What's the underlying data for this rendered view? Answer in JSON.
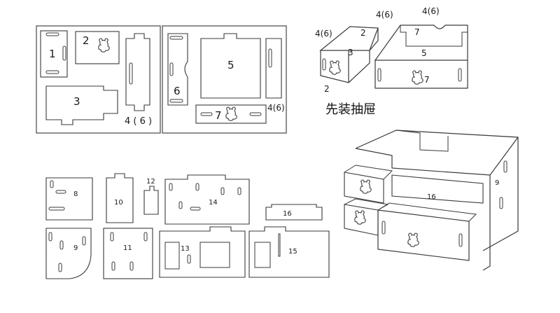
{
  "colors": {
    "line": "#3a3a3a",
    "frame": "#555555",
    "text": "#1a1a1a",
    "paper": "#ffffff"
  },
  "panel_a": {
    "part_1": "1",
    "part_2": "2",
    "part_3": "3",
    "part_4": "4 ( 6 )"
  },
  "panel_b": {
    "part_5": "5",
    "part_6": "6",
    "part_7": "7",
    "part_4": "4(6)"
  },
  "drawer_detail": {
    "caption": "先装抽屉",
    "small_drawer": {
      "back": "4(6)",
      "side": "2",
      "bottom": "3",
      "front": "2"
    },
    "large_drawer": {
      "back": "4(6)",
      "back2": "4(6)",
      "side": "7",
      "bottom": "5",
      "front": "7"
    }
  },
  "lower_parts": {
    "p8": "8",
    "p9": "9",
    "p10": "10",
    "p11": "11",
    "p12": "12",
    "p13": "13",
    "p14": "14",
    "p15": "15",
    "p16": "16"
  },
  "assembled": {
    "p9": "9",
    "p16": "16"
  },
  "icons": {
    "bear": "bear-cutout-icon"
  }
}
